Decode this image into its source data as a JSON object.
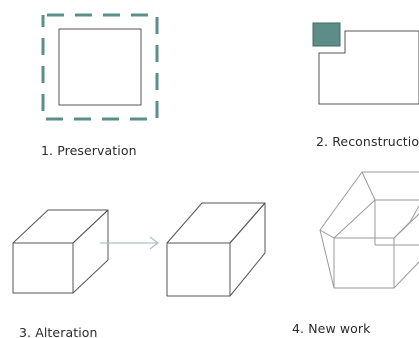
{
  "colors": {
    "accent": "#5b8f89",
    "accent_fill": "#5e8c86",
    "stroke": "#555555",
    "stroke_light": "#9a9a9a",
    "arrow": "#a9c3c2"
  },
  "panels": [
    {
      "caption": "1. Preservation",
      "shape": "rectangle-with-dashed-boundary"
    },
    {
      "caption": "2. Reconstruction",
      "shape": "rectangle-with-filled-corner-square"
    },
    {
      "caption": "3. Alteration",
      "shape": "box-to-skewed-box-with-arrow"
    },
    {
      "caption": "4. New work",
      "shape": "wireframe-box"
    }
  ]
}
